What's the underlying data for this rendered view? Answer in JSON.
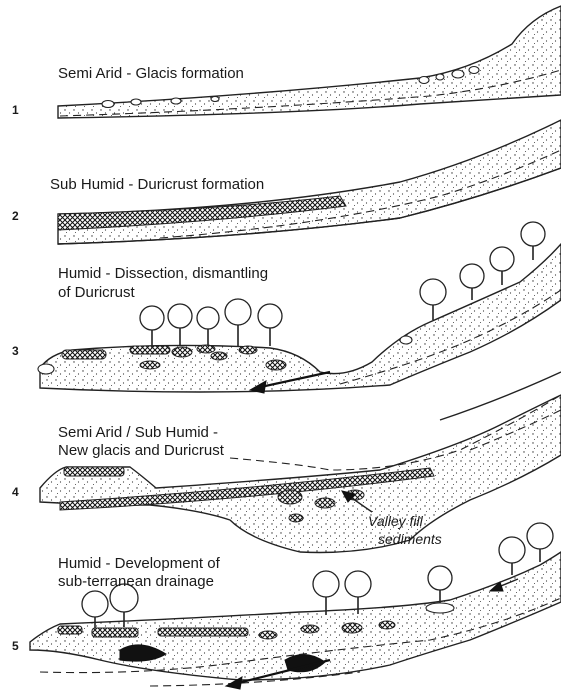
{
  "diagram": {
    "stages": [
      {
        "number": "1",
        "label_lines": [
          "Semi Arid - Glacis formation"
        ]
      },
      {
        "number": "2",
        "label_lines": [
          "Sub Humid - Duricrust formation"
        ]
      },
      {
        "number": "3",
        "label_lines": [
          "Humid - Dissection, dismantling",
          "of Duricrust"
        ]
      },
      {
        "number": "4",
        "label_lines": [
          "Semi Arid / Sub Humid -",
          "New glacis and Duricrust"
        ]
      },
      {
        "number": "5",
        "label_lines": [
          "Humid - Development of",
          "sub-terranean drainage"
        ]
      }
    ],
    "annotations": {
      "valley_fill": [
        "Valley fill",
        "sediments"
      ]
    }
  }
}
